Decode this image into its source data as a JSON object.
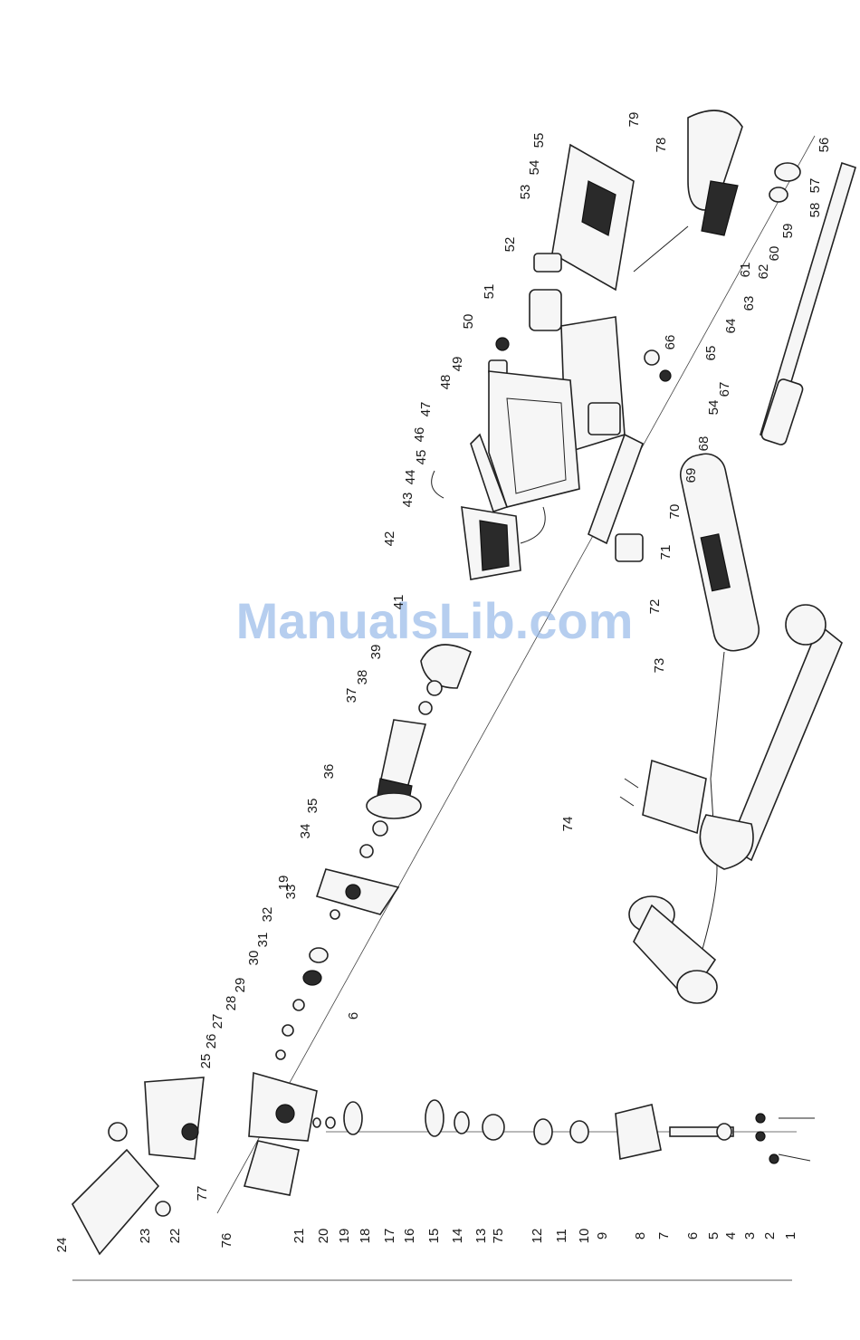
{
  "watermark": "ManualsLib.com",
  "part_labels": [
    "1",
    "2",
    "3",
    "4",
    "5",
    "6",
    "6",
    "7",
    "8",
    "9",
    "10",
    "11",
    "12",
    "13",
    "14",
    "15",
    "16",
    "17",
    "18",
    "19",
    "19",
    "20",
    "21",
    "22",
    "23",
    "24",
    "25",
    "26",
    "27",
    "28",
    "29",
    "30",
    "31",
    "32",
    "33",
    "34",
    "35",
    "36",
    "37",
    "38",
    "39",
    "41",
    "42",
    "43",
    "44",
    "45",
    "46",
    "47",
    "48",
    "49",
    "50",
    "51",
    "52",
    "53",
    "54",
    "54",
    "55",
    "56",
    "57",
    "58",
    "59",
    "60",
    "61",
    "62",
    "63",
    "64",
    "65",
    "66",
    "67",
    "68",
    "69",
    "70",
    "71",
    "72",
    "73",
    "74",
    "75",
    "76",
    "77",
    "78",
    "79"
  ]
}
